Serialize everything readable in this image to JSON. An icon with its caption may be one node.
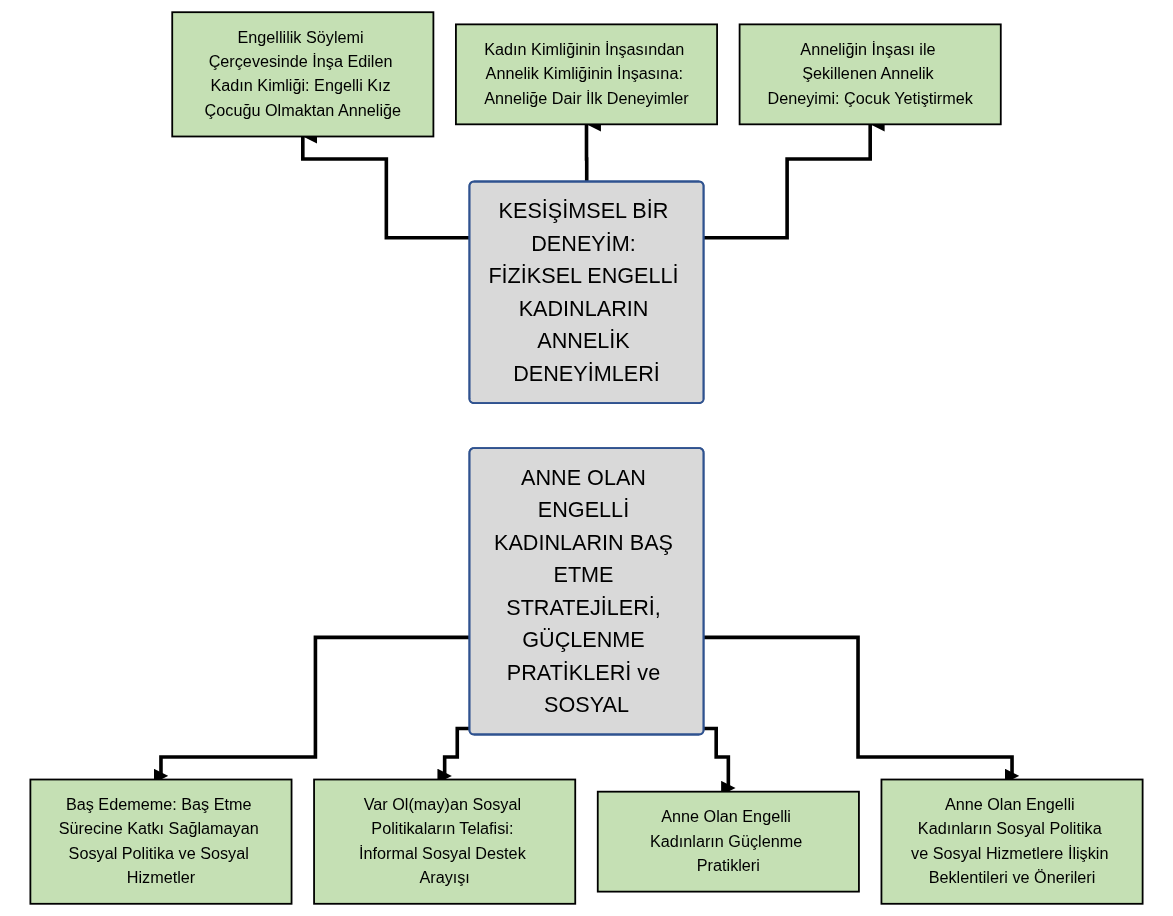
{
  "diagram": {
    "nodes": [
      {
        "text": [
          "Engellilik Söylemi Çerçevesinde İnşa Edilen Kadın Kimliği: Engelli Kız Çocuğu Olmaktan Anneliğe"
        ]
      },
      {
        "text": [
          "Kadın Kimliğinin İnşasından Annelik Kimliğinin İnşasına: Anneliğe Dair İlk Deneyimler"
        ]
      },
      {
        "text": [
          "Anneliğin İnşası ile Şekillenen Annelik Deneyimi: Çocuk Yetiştirmek"
        ]
      },
      {
        "text": [
          "KESİŞİMSEL BİR DENEYİM: FİZİKSEL ENGELLİ KADINLARIN ANNELİK DENEYİMLERİ"
        ]
      },
      {
        "text": [
          "ANNE OLAN ENGELLİ KADINLARIN BAŞ ETME STRATEJİLERİ, GÜÇLENME PRATİKLERİ ve SOSYAL"
        ]
      },
      {
        "text": [
          "Baş Edememe: Baş Etme Sürecine Katkı Sağlamayan Sosyal Politika ve Sosyal Hizmetler"
        ]
      },
      {
        "text": [
          "Var Ol(may)an Sosyal Politikaların Telafisi: İnformal Sosyal Destek Arayışı"
        ]
      },
      {
        "text": [
          "Anne Olan Engelli Kadınların Güçlenme Pratikleri"
        ]
      },
      {
        "text": [
          "Anne Olan Engelli Kadınların Sosyal Politika ve Sosyal Hizmetlere İlişkin Beklentileri ve Önerileri"
        ]
      }
    ],
    "edges": [
      {
        "from": 3,
        "to": 0,
        "arrow": "to"
      },
      {
        "from": 3,
        "to": 1,
        "arrow": "to"
      },
      {
        "from": 3,
        "to": 2,
        "arrow": "to"
      },
      {
        "from": 4,
        "to": 5,
        "arrow": "to"
      },
      {
        "from": 4,
        "to": 6,
        "arrow": "to"
      },
      {
        "from": 4,
        "to": 7,
        "arrow": "to"
      },
      {
        "from": 4,
        "to": 8,
        "arrow": "to"
      }
    ]
  }
}
